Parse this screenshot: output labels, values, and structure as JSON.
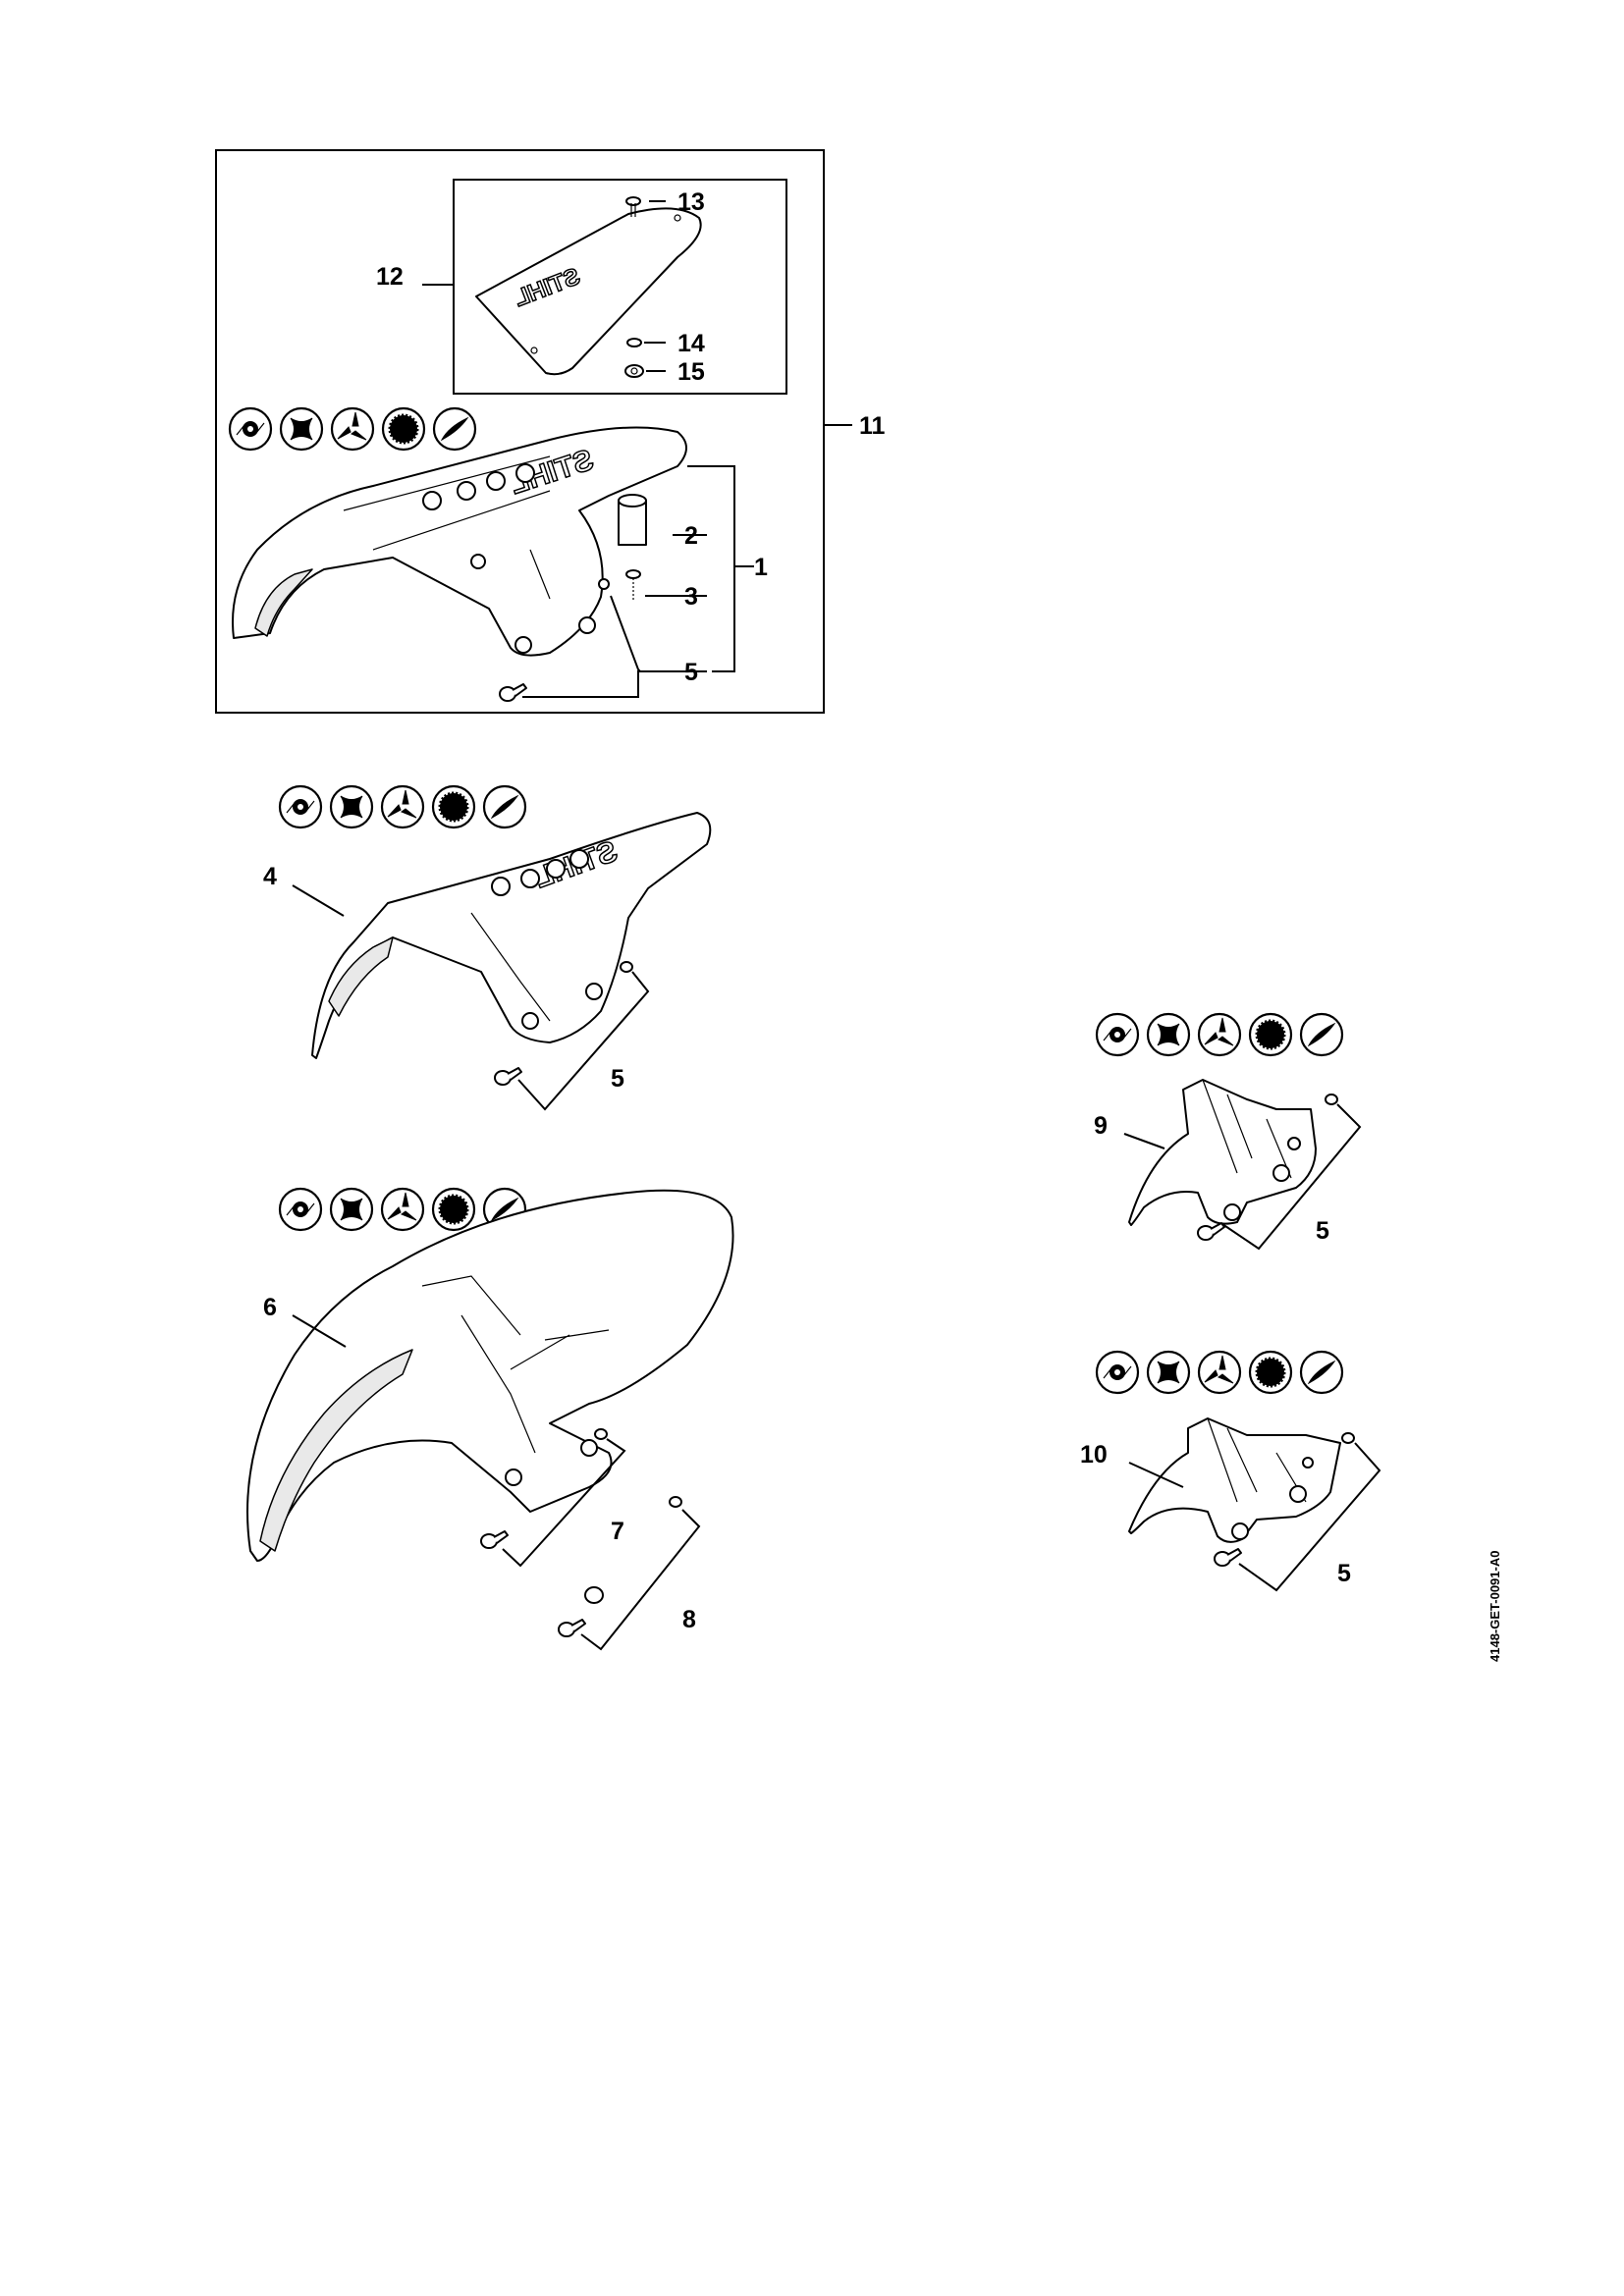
{
  "callouts": {
    "c1": "1",
    "c2": "2",
    "c3": "3",
    "c4": "4",
    "c5a": "5",
    "c5b": "5",
    "c5c": "5",
    "c5d": "5",
    "c6": "6",
    "c7": "7",
    "c8": "8",
    "c9": "9",
    "c10": "10",
    "c11": "11",
    "c12": "12",
    "c13": "13",
    "c14": "14",
    "c15": "15"
  },
  "brand_text": "STIHL",
  "drawing_code": "4148-GET-0091-A0",
  "tool_icons": [
    "mowing-line-head-icon",
    "square-cutter-icon",
    "three-blade-icon",
    "saw-blade-icon",
    "two-blade-icon"
  ]
}
